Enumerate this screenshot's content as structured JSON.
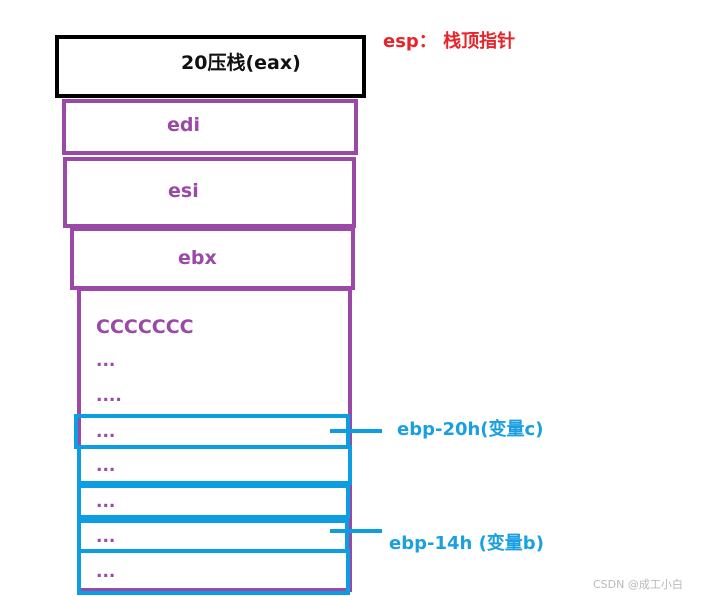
{
  "diagram": {
    "top_box": {
      "label": "20压栈(eax)",
      "border_color": "#000000"
    },
    "esp_label": "esp： 栈顶指针",
    "registers": [
      {
        "label": "edi"
      },
      {
        "label": "esi"
      },
      {
        "label": "ebx"
      }
    ],
    "locals": {
      "fill": "CCCCCCC",
      "dots_1": "...",
      "dots_2": "...."
    },
    "slots": [
      {
        "label": "..."
      },
      {
        "label": "..."
      },
      {
        "label": "..."
      },
      {
        "label": "..."
      },
      {
        "label": "..."
      }
    ],
    "annotations": {
      "var_c": "ebp-20h(变量c)",
      "var_b": "ebp-14h (变量b)"
    },
    "colors": {
      "purple": "#9b49a6",
      "blue": "#1aa0e2",
      "red": "#e8242b",
      "black": "#000000"
    }
  },
  "watermark": "CSDN @成工小白"
}
